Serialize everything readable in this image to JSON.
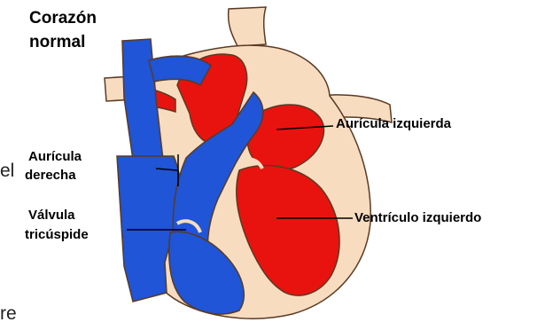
{
  "diagram": {
    "title_line1": "Corazón",
    "title_line2": "normal",
    "labels": {
      "right_atrium_line1": "Aurícula",
      "right_atrium_line2": "derecha",
      "tricuspid_line1": "Válvula",
      "tricuspid_line2": "tricúspide",
      "left_atrium": "Aurícula izquierda",
      "left_ventricle": "Ventrículo izquierdo"
    },
    "background_text_fragments": [
      "el",
      "re"
    ],
    "colors": {
      "oxygenated_blood": "#e8130e",
      "deoxygenated_blood": "#1f55d6",
      "heart_tissue": "#f7dcc0",
      "outline": "#5a3a24"
    }
  }
}
